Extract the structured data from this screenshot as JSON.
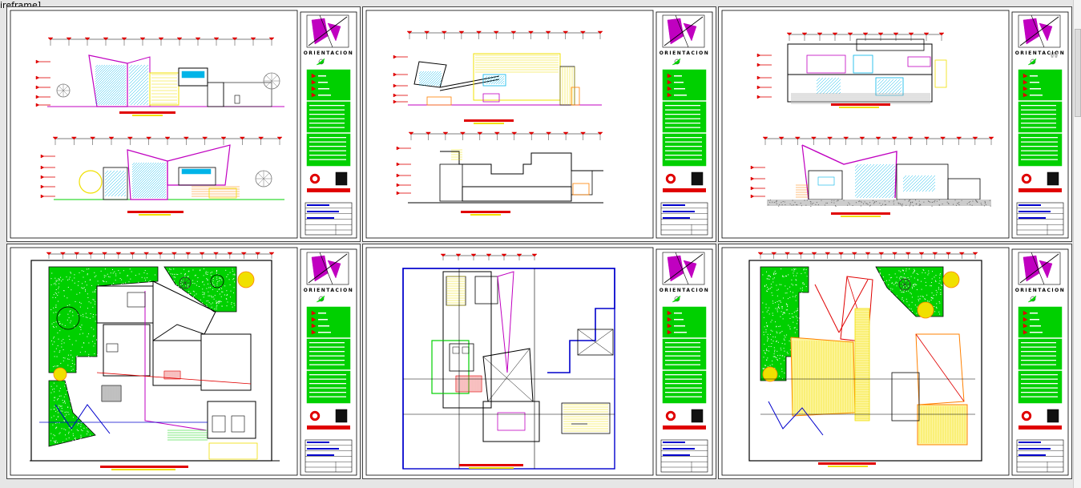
{
  "viewport": {
    "label": "ireframe]"
  },
  "titleblock": {
    "orientation_label": "ORIENTACION"
  },
  "watermark": {
    "text": "W"
  },
  "colors": {
    "cyan": "#00b4e8",
    "magenta": "#c000c0",
    "green": "#00d000",
    "yellow": "#f0e000",
    "red": "#e00000",
    "blue": "#0000cc",
    "orange": "#ff8000",
    "frame": "#1a1a1a"
  },
  "icons": {
    "compass": "compass-rose-icon",
    "logo": "university-logo-icon",
    "tree": "tree-icon"
  }
}
